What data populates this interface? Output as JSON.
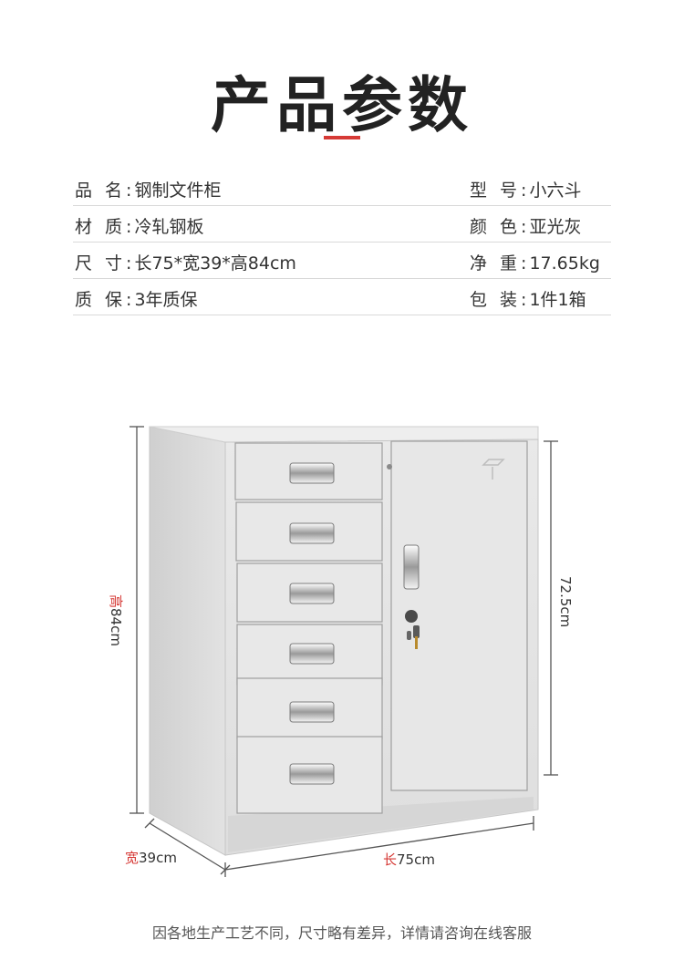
{
  "header": {
    "title": "产品参数"
  },
  "specs": [
    {
      "left_label": "品 名",
      "left_value": "钢制文件柜",
      "right_label": "型 号",
      "right_value": "小六斗"
    },
    {
      "left_label": "材 质",
      "left_value": "冷轧钢板",
      "right_label": "颜 色",
      "right_value": "亚光灰"
    },
    {
      "left_label": "尺 寸",
      "left_value": "长75*宽39*高84cm",
      "right_label": "净 重",
      "right_value": "17.65kg"
    },
    {
      "left_label": "质 保",
      "left_value": "3年质保",
      "right_label": "包 装",
      "right_value": "1件1箱"
    }
  ],
  "dimensions": {
    "height_char": "高",
    "height_value": "84cm",
    "door_height": "72.5cm",
    "width_char": "宽",
    "width_value": "39cm",
    "length_char": "长",
    "length_value": "75cm"
  },
  "product": {
    "drawer_count": 6,
    "door_count": 1
  },
  "colors": {
    "accent": "#d63a36",
    "cabinet": "#e3e3e3",
    "cabinet_side": "#d4d4d4"
  },
  "footer": {
    "note": "因各地生产工艺不同，尺寸略有差异，详情请咨询在线客服"
  }
}
